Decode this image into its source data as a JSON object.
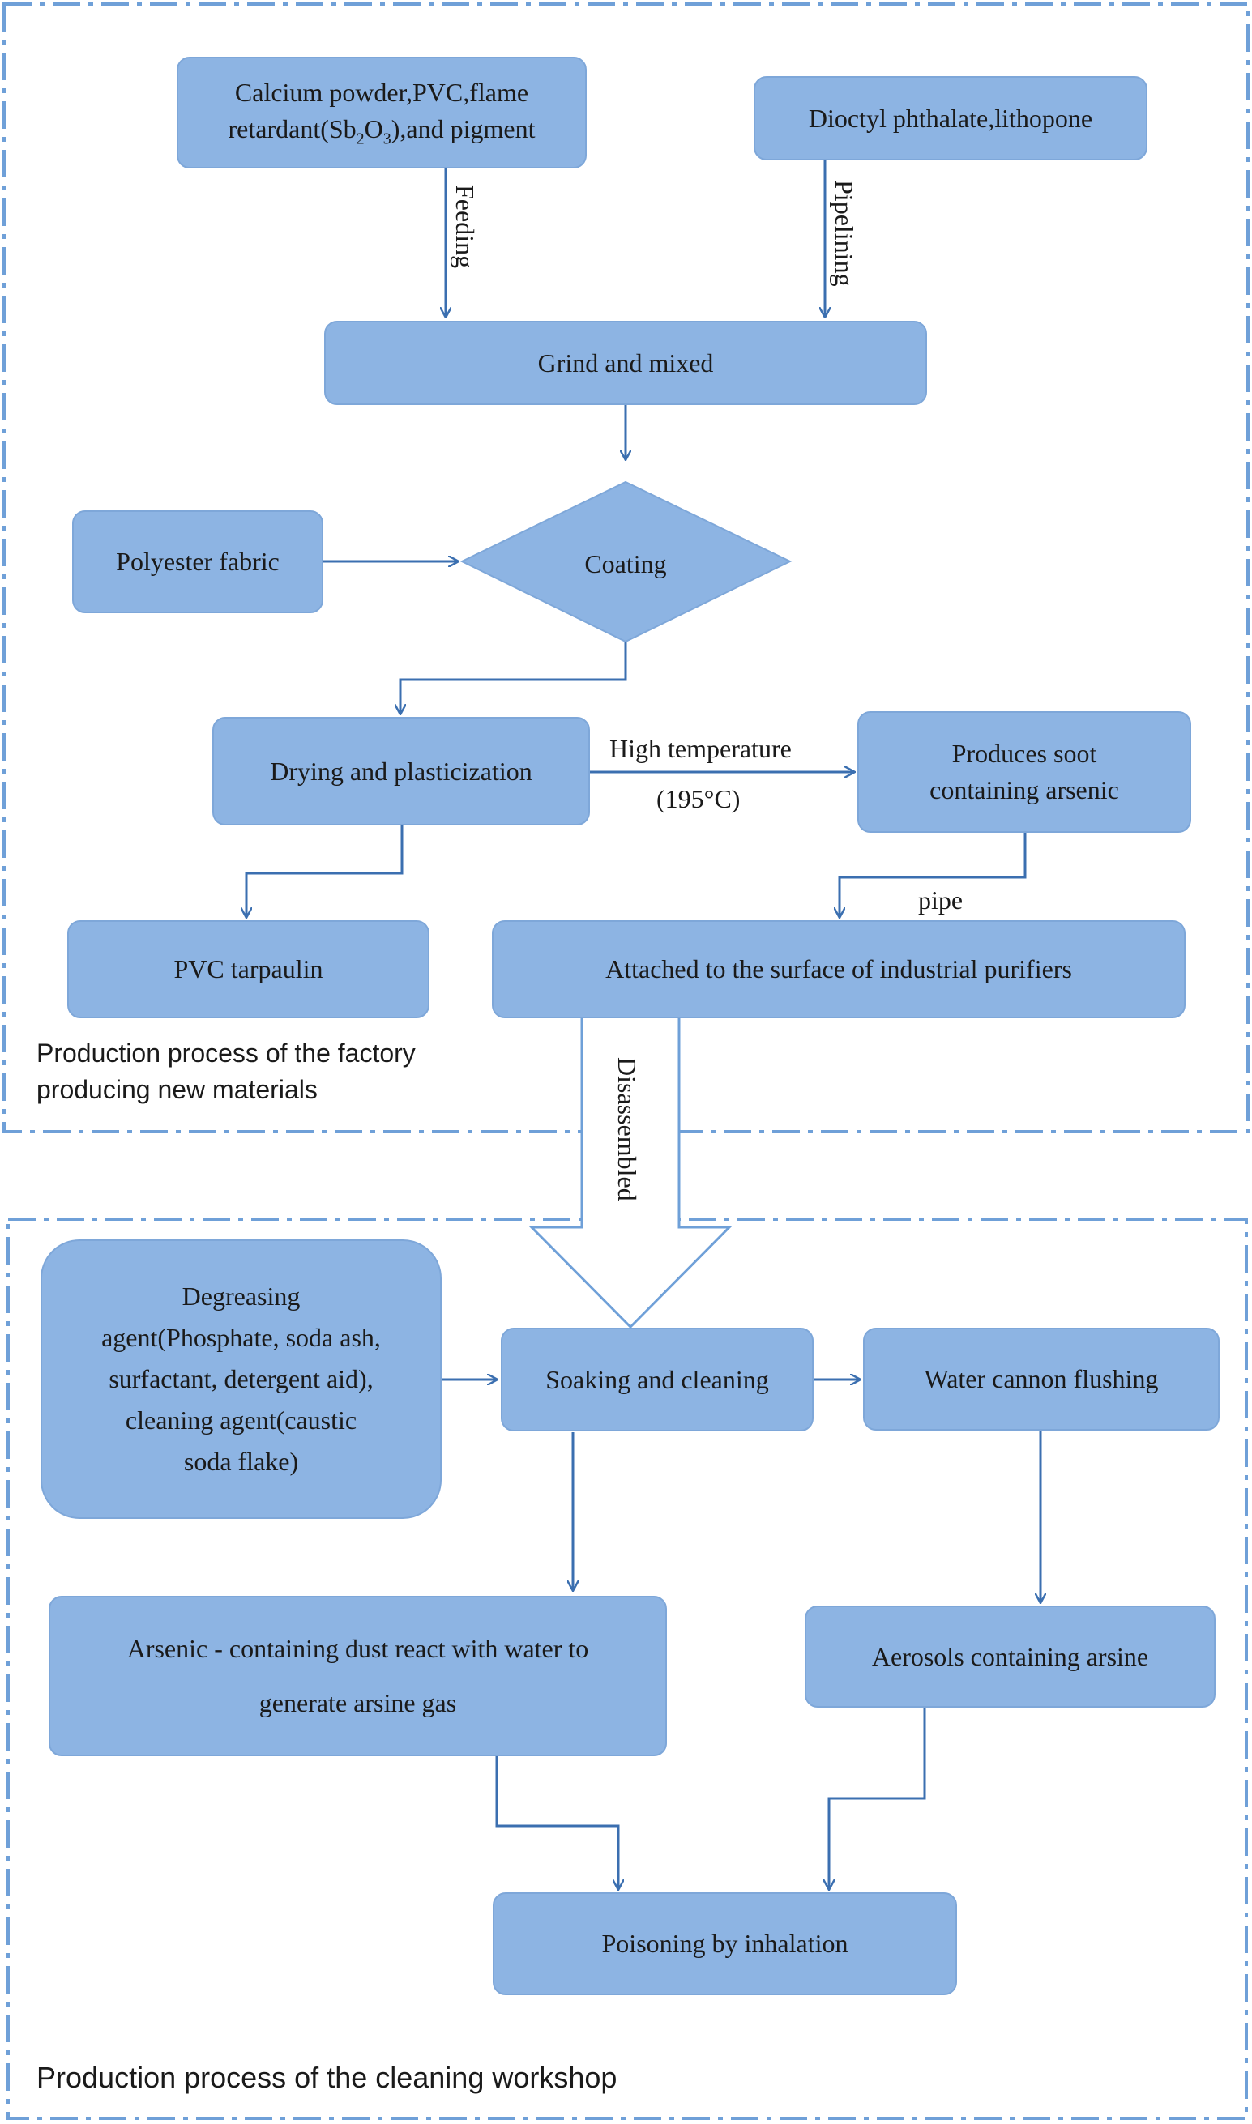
{
  "sections": {
    "factory_caption_line1": "Production process of the factory",
    "factory_caption_line2": "producing new materials",
    "cleaning_caption": "Production process of the cleaning workshop"
  },
  "nodes": {
    "raw_materials": {
      "line1": "Calcium powder,PVC,flame",
      "line2_pre": "retardant(Sb",
      "line2_sub1": "2",
      "line2_mid": "O",
      "line2_sub2": "3",
      "line2_post": "),and pigment"
    },
    "dioctyl": "Dioctyl phthalate,lithopone",
    "grind": "Grind and mixed",
    "polyester": "Polyester fabric",
    "coating": "Coating",
    "drying": "Drying and plasticization",
    "soot_line1": "Produces soot",
    "soot_line2": "containing arsenic",
    "pvc": "PVC tarpaulin",
    "attached": "Attached to the surface of industrial purifiers",
    "degreasing": [
      "Degreasing",
      "agent(Phosphate, soda ash,",
      "surfactant, detergent aid),",
      "cleaning agent(caustic",
      "soda flake)"
    ],
    "soaking": "Soaking and cleaning",
    "water_cannon": "Water cannon flushing",
    "arsenic_dust_line1": "Arsenic - containing dust react with water to",
    "arsenic_dust_line2": "generate arsine gas",
    "aerosols": "Aerosols containing arsine",
    "poisoning": "Poisoning by inhalation"
  },
  "edge_labels": {
    "feeding": "Feeding",
    "pipelining": "Pipelining",
    "high_temp_line1": "High temperature",
    "high_temp_line2": "(195°C)",
    "pipe": "pipe",
    "disassembled": "Disassembled"
  },
  "colors": {
    "box_fill": "#8db4e3",
    "box_border": "#7ea7d9",
    "arrow": "#3b6fb0",
    "dashed_border": "#6fa0d8"
  }
}
